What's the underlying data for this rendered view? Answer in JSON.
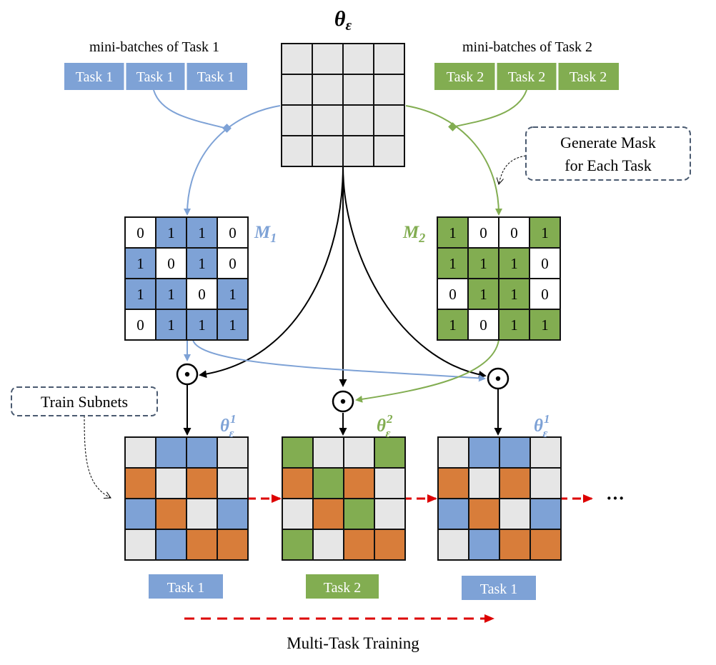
{
  "colors": {
    "blue": "#7ea2d6",
    "green": "#82ad51",
    "orange": "#d87d3a",
    "gray": "#e6e6e6",
    "red_arrow": "#dd0000",
    "dashed_box": "#4a5a70"
  },
  "theta": {
    "symbol": "θ",
    "subscript": "ε"
  },
  "left_batches": {
    "caption": "mini-batches of Task 1",
    "items": [
      "Task 1",
      "Task 1",
      "Task 1"
    ]
  },
  "right_batches": {
    "caption": "mini-batches of Task 2",
    "items": [
      "Task 2",
      "Task 2",
      "Task 2"
    ]
  },
  "generate_note": {
    "line1": "Generate Mask",
    "line2": "for Each Task"
  },
  "train_note": "Train Subnets",
  "mask1": {
    "label": "M",
    "label_sub": "1",
    "on_color": "blue",
    "cells": [
      [
        0,
        1,
        1,
        0
      ],
      [
        1,
        0,
        1,
        0
      ],
      [
        1,
        1,
        0,
        1
      ],
      [
        0,
        1,
        1,
        1
      ]
    ]
  },
  "mask2": {
    "label": "M",
    "label_sub": "2",
    "on_color": "green",
    "cells": [
      [
        1,
        0,
        0,
        1
      ],
      [
        1,
        1,
        1,
        0
      ],
      [
        0,
        1,
        1,
        0
      ],
      [
        1,
        0,
        1,
        1
      ]
    ]
  },
  "operator_symbol": "⊙",
  "subnets": [
    {
      "label_sup": "1",
      "label_color": "blue",
      "task": "Task 1",
      "task_color": "blue",
      "cells": [
        [
          "g",
          "b",
          "b",
          "g"
        ],
        [
          "o",
          "g",
          "o",
          "g"
        ],
        [
          "b",
          "o",
          "g",
          "b"
        ],
        [
          "g",
          "b",
          "o",
          "o"
        ]
      ]
    },
    {
      "label_sup": "2",
      "label_color": "green",
      "task": "Task 2",
      "task_color": "green",
      "cells": [
        [
          "gr",
          "g",
          "g",
          "gr"
        ],
        [
          "o",
          "gr",
          "o",
          "g"
        ],
        [
          "g",
          "o",
          "gr",
          "g"
        ],
        [
          "gr",
          "g",
          "o",
          "o"
        ]
      ]
    },
    {
      "label_sup": "1",
      "label_color": "blue",
      "task": "Task 1",
      "task_color": "blue",
      "cells": [
        [
          "g",
          "b",
          "b",
          "g"
        ],
        [
          "o",
          "g",
          "o",
          "g"
        ],
        [
          "b",
          "o",
          "g",
          "b"
        ],
        [
          "g",
          "b",
          "o",
          "o"
        ]
      ]
    }
  ],
  "ellipsis": "···",
  "footer": "Multi-Task Training"
}
